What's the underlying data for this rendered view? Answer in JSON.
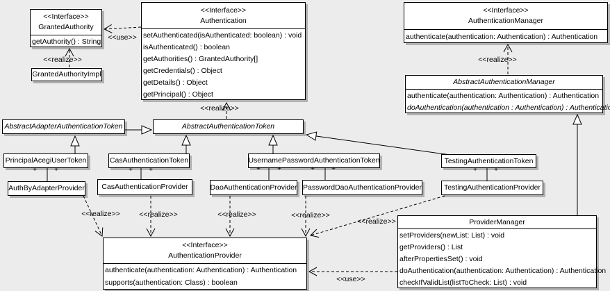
{
  "uml": {
    "labels": {
      "interface": "<<Interface>>",
      "use": "<<use>>",
      "realize": "<<realize>>",
      "plus": "+"
    },
    "colors": {
      "background": "#ececec",
      "box_fill": "#ffffff",
      "line": "#000000",
      "shadow": "#a9a9a9"
    },
    "classes": {
      "granted_authority": {
        "stereotype": "<<Interface>>",
        "name": "GrantedAuthority",
        "methods": [
          "getAuthority() : String"
        ]
      },
      "granted_authority_impl": {
        "name": "GrantedAuthorityImpl"
      },
      "authentication": {
        "stereotype": "<<Interface>>",
        "name": "Authentication",
        "methods": [
          "setAuthenticated(isAuthenticated: boolean) : void",
          "isAuthenticated() : boolean",
          "getAuthorities() : GrantedAuthority[]",
          "getCredentials() : Object",
          "getDetails() : Object",
          "getPrincipal() : Object"
        ]
      },
      "authentication_manager": {
        "stereotype": "<<Interface>>",
        "name": "AuthenticationManager",
        "methods": [
          "authenticate(authentication: Authentication) : Authentication"
        ]
      },
      "abstract_authentication_manager": {
        "name": "AbstractAuthenticationManager",
        "methods": [
          "authenticate(authentication: Authentication) : Authentication",
          "doAuthentication(authentication : Authentication) : Authentication"
        ]
      },
      "abstract_adapter_authentication_token": {
        "name": "AbstractAdapterAuthenticationToken"
      },
      "abstract_authentication_token": {
        "name": "AbstractAuthenticationToken"
      },
      "principal_acegi_user_token": {
        "name": "PrincipalAcegiUserToken"
      },
      "cas_authentication_token": {
        "name": "CasAuthenticationToken"
      },
      "username_password_authentication_token": {
        "name": "UsernamePasswordAuthenticationToken"
      },
      "testing_authentication_token": {
        "name": "TestingAuthenticationToken"
      },
      "auth_by_adapter_provider": {
        "name": "AuthByAdapterProvider"
      },
      "cas_authentication_provider": {
        "name": "CasAuthenticationProvider"
      },
      "dao_authentication_provider": {
        "name": "DaoAuthenticationProvider"
      },
      "password_dao_authentication_provider": {
        "name": "PasswordDaoAuthenticationProvider"
      },
      "testing_authentication_provider": {
        "name": "TestingAuthenticationProvider"
      },
      "authentication_provider": {
        "stereotype": "<<Interface>>",
        "name": "AuthenticationProvider",
        "methods": [
          "authenticate(authentication: Authentication) : Authentication",
          "supports(authentication: Class) : boolean"
        ]
      },
      "provider_manager": {
        "name": "ProviderManager",
        "methods": [
          "setProviders(newList: List) : void",
          "getProviders() : List",
          "afterPropertiesSet() : void",
          "doAuthentication(authentication: Authentication) : Authentication",
          "checkIfValidList(listToCheck: List) : void"
        ]
      }
    },
    "edges": [
      {
        "from": "Authentication",
        "to": "GrantedAuthority",
        "type": "dependency",
        "label": "<<use>>"
      },
      {
        "from": "GrantedAuthorityImpl",
        "to": "GrantedAuthority",
        "type": "realization",
        "label": "<<realize>>"
      },
      {
        "from": "AbstractAuthenticationToken",
        "to": "Authentication",
        "type": "realization",
        "label": "<<realize>>"
      },
      {
        "from": "AbstractAuthenticationManager",
        "to": "AuthenticationManager",
        "type": "realization",
        "label": "<<realize>>"
      },
      {
        "from": "AbstractAdapterAuthenticationToken",
        "to": "AbstractAuthenticationToken",
        "type": "generalization"
      },
      {
        "from": "PrincipalAcegiUserToken",
        "to": "AbstractAdapterAuthenticationToken",
        "type": "generalization"
      },
      {
        "from": "CasAuthenticationToken",
        "to": "AbstractAuthenticationToken",
        "type": "generalization"
      },
      {
        "from": "UsernamePasswordAuthenticationToken",
        "to": "AbstractAuthenticationToken",
        "type": "generalization"
      },
      {
        "from": "TestingAuthenticationToken",
        "to": "AbstractAuthenticationToken",
        "type": "generalization"
      },
      {
        "from": "ProviderManager",
        "to": "AbstractAuthenticationManager",
        "type": "generalization"
      },
      {
        "from": "PrincipalAcegiUserToken",
        "to": "AuthByAdapterProvider",
        "type": "association",
        "end_labels": [
          "+",
          "+"
        ]
      },
      {
        "from": "CasAuthenticationToken",
        "to": "CasAuthenticationProvider",
        "type": "association",
        "end_labels": [
          "+",
          "+"
        ]
      },
      {
        "from": "UsernamePasswordAuthenticationToken",
        "to": "DaoAuthenticationProvider",
        "type": "association",
        "end_labels": [
          "+",
          "+"
        ]
      },
      {
        "from": "UsernamePasswordAuthenticationToken",
        "to": "PasswordDaoAuthenticationProvider",
        "type": "association",
        "end_labels": [
          "+",
          "+"
        ]
      },
      {
        "from": "TestingAuthenticationToken",
        "to": "TestingAuthenticationProvider",
        "type": "association",
        "end_labels": [
          "+",
          "+"
        ]
      },
      {
        "from": "AuthByAdapterProvider",
        "to": "AuthenticationProvider",
        "type": "realization",
        "label": "<<realize>>"
      },
      {
        "from": "CasAuthenticationProvider",
        "to": "AuthenticationProvider",
        "type": "realization",
        "label": "<<realize>>"
      },
      {
        "from": "DaoAuthenticationProvider",
        "to": "AuthenticationProvider",
        "type": "realization",
        "label": "<<realize>>"
      },
      {
        "from": "PasswordDaoAuthenticationProvider",
        "to": "AuthenticationProvider",
        "type": "realization",
        "label": "<<realize>>"
      },
      {
        "from": "TestingAuthenticationProvider",
        "to": "AuthenticationProvider",
        "type": "realization",
        "label": "<<realize>>"
      },
      {
        "from": "ProviderManager",
        "to": "AuthenticationProvider",
        "type": "dependency",
        "label": "<<use>>"
      }
    ]
  }
}
